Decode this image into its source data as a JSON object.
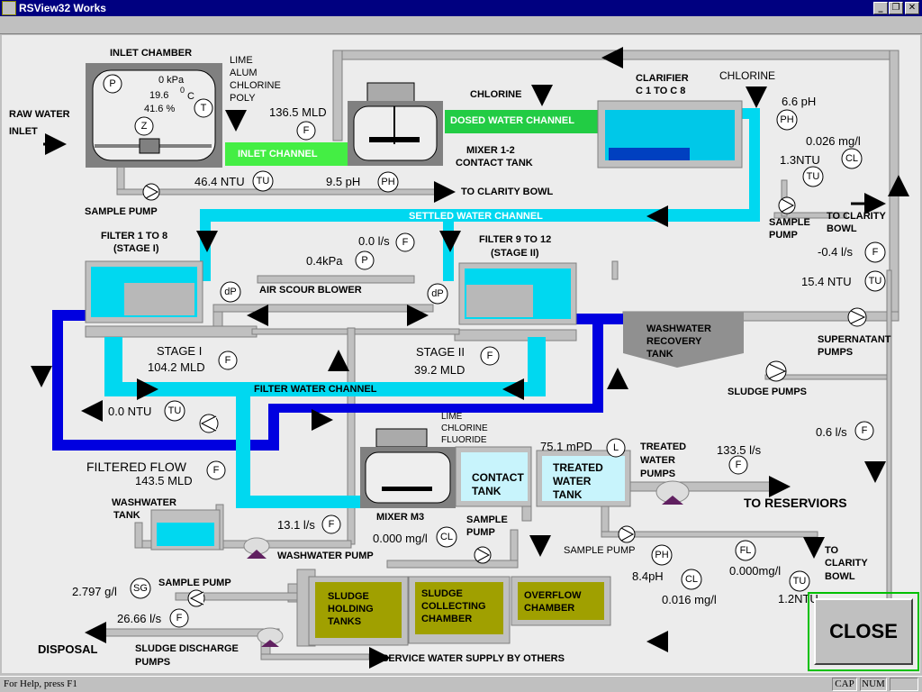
{
  "window": {
    "title": "RSView32 Works",
    "minimize": "_",
    "restore": "❐",
    "close": "✕"
  },
  "statusbar": {
    "help": "For Help, press F1",
    "cap": "CAP",
    "num": "NUM"
  },
  "close_button": "CLOSE",
  "labels": {
    "raw_water": "RAW WATER",
    "inlet": "INLET",
    "inlet_chamber": "INLET CHAMBER",
    "lime": "LIME",
    "alum": "ALUM",
    "chlorine": "CHLORINE",
    "poly": "POLY",
    "inlet_channel": "INLET CHANNEL",
    "sample_pump": "SAMPLE PUMP",
    "to_clarity_bowl": "TO CLARITY BOWL",
    "chlorine_top": "CHLORINE",
    "dosed_water_channel": "DOSED WATER CHANNEL",
    "mixer_1_2": "MIXER 1-2",
    "contact_tank": "CONTACT TANK",
    "clarifier": "CLARIFIER",
    "clarifier_range": "C 1 TO C 8",
    "chlorine_right": "CHLORINE",
    "settled_water_channel": "SETTLED WATER CHANNEL",
    "sample": "SAMPLE",
    "pump": "PUMP",
    "to_clarity": "TO CLARITY",
    "bowl": "BOWL",
    "filter_1_8": "FILTER 1 TO  8",
    "stage_i_paren": "(STAGE I)",
    "filter_9_12": "FILTER 9 TO  12",
    "stage_ii_paren": "(STAGE II)",
    "air_scour_blower": "AIR SCOUR BLOWER",
    "washwater": "WASHWATER",
    "recovery": "RECOVERY",
    "tank": "TANK",
    "supernatant": "SUPERNATANT",
    "pumps": "PUMPS",
    "stage_i": "STAGE I",
    "stage_ii": "STAGE II",
    "sludge_pumps": "SLUDGE PUMPS",
    "filter_water_channel": "FILTER WATER CHANNEL",
    "filtered_flow": "FILTERED FLOW",
    "lime2": "LIME",
    "chlorine2": "CHLORINE",
    "fluoride": "FLUORIDE",
    "contact": "CONTACT",
    "treated": "TREATED",
    "water": "WATER",
    "treated_water_pumps_1": "TREATED",
    "treated_water_pumps_2": "WATER",
    "treated_water_pumps_3": "PUMPS",
    "to_reservoirs": "TO RESERVIORS",
    "washwater_tank_1": "WASHWATER",
    "washwater_tank_2": "TANK",
    "mixer_m3": "MIXER M3",
    "sample2": "SAMPLE",
    "pump2": "PUMP",
    "washwater_pump": "WASHWATER PUMP",
    "sample_pump_r": "SAMPLE PUMP",
    "to": "TO",
    "clarity": "CLARITY",
    "bowl2": "BOWL",
    "sample_pump_b": "SAMPLE PUMP",
    "sludge_holding_1": "SLUDGE",
    "sludge_holding_2": "HOLDING",
    "sludge_holding_3": "TANKS",
    "sludge_collecting_1": "SLUDGE",
    "sludge_collecting_2": "COLLECTING",
    "sludge_collecting_3": "CHAMBER",
    "overflow_1": "OVERFLOW",
    "overflow_2": "CHAMBER",
    "disposal": "DISPOSAL",
    "sludge_discharge_1": "SLUDGE DISCHARGE",
    "sludge_discharge_2": "PUMPS",
    "service_water": "SERVICE WATER SUPPLY BY OTHERS"
  },
  "values": {
    "inlet_pressure": "0 kPa",
    "inlet_temp": "19.6",
    "temp_unit_o": "0",
    "temp_unit_c": "C",
    "inlet_pct": "41.6  %",
    "inlet_flow": "136.5 MLD",
    "inlet_ntu": "46.4 NTU",
    "inlet_ph": "9.5 pH",
    "clar_ph": "6.6  pH",
    "clar_cl": "0.026 mg/l",
    "clar_ntu": "1.3NTU",
    "super_flow": "-0.4 l/s",
    "super_ntu": "15.4  NTU",
    "air_flow": "0.0 l/s",
    "air_kpa": "0.4kPa",
    "stage1_flow": "104.2 MLD",
    "stage2_flow": "39.2  MLD",
    "filt_ntu": "0.0 NTU",
    "filtered_flow": "143.5 MLD",
    "treated_level": "75.1 mPD",
    "treated_flow": "133.5 l/s",
    "sludge_flow": "0.6 l/s",
    "wash_flow": "13.1 l/s",
    "m3_cl": "0.000 mg/l",
    "out_ph": "8.4pH",
    "out_cl": "0.016 mg/l",
    "out_fl": "0.000mg/l",
    "out_ntu": "1.2NTU",
    "sg": "2.797 g/l",
    "disch_flow": "26.66 l/s"
  },
  "instruments": {
    "p": "P",
    "t": "T",
    "z": "Z",
    "f": "F",
    "tu": "TU",
    "ph": "PH",
    "cl": "CL",
    "dp": "dP",
    "l": "L",
    "fl": "FL",
    "sg": "SG"
  },
  "colors": {
    "water": "#00c8e8",
    "pipe": "#c0c0c0",
    "dark_water": "#0000e0",
    "green": "#44cc44",
    "olive": "#a0a000"
  }
}
